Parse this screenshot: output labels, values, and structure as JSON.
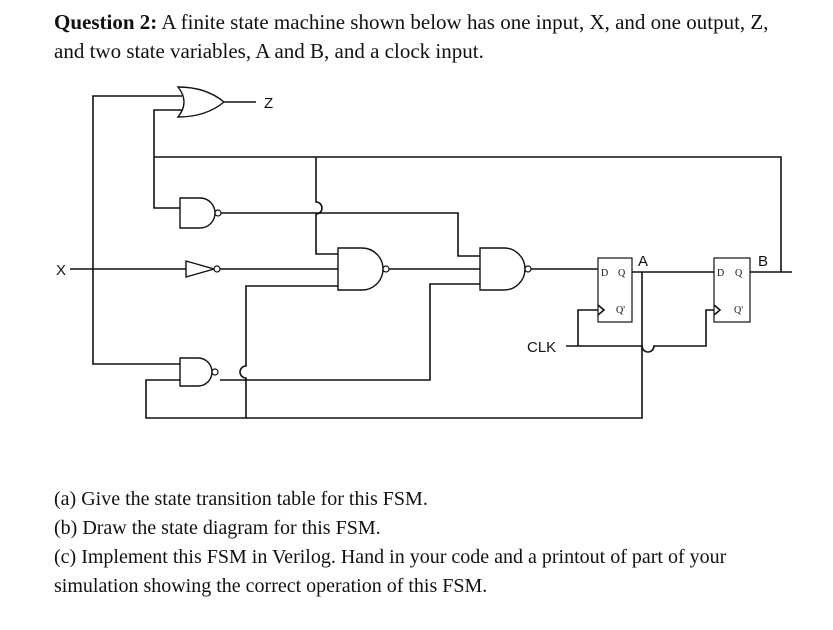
{
  "question": {
    "label": "Question 2:",
    "text": "A finite state machine shown below has one input, X, and one output, Z, and two state variables, A and B, and a clock input."
  },
  "diagram": {
    "labels": {
      "output": "Z",
      "input": "X",
      "clock": "CLK",
      "state_a": "A",
      "state_b": "B"
    },
    "flipflop_pins": {
      "d": "D",
      "q": "Q",
      "q_bar": "Q'"
    }
  },
  "parts": [
    "(a) Give the state transition table for this FSM.",
    "(b) Draw the state diagram for this FSM.",
    "(c) Implement this FSM in Verilog. Hand in your code and a printout of part of your simulation showing the correct operation of this FSM."
  ]
}
